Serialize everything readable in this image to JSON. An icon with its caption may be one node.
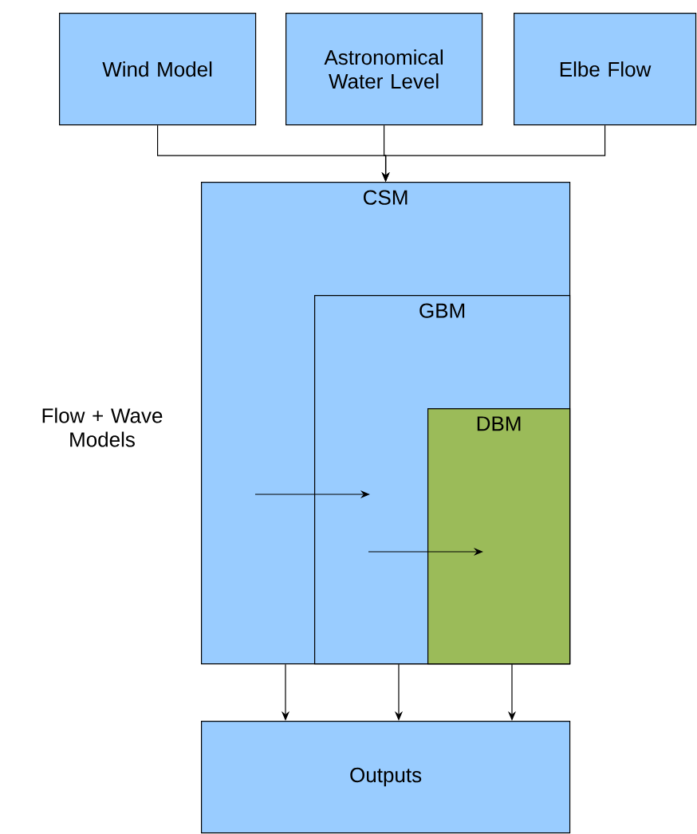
{
  "diagram": {
    "nodes": [
      {
        "text": [
          "Wind Model"
        ]
      },
      {
        "text": [
          "Astronomical Water Level"
        ]
      },
      {
        "text": [
          "Elbe Flow"
        ]
      },
      {
        "text": [
          "CSM"
        ]
      },
      {
        "text": [
          "GBM"
        ],
        "in": 3
      },
      {
        "text": [
          "DBM"
        ],
        "in": 4
      },
      {
        "text": [
          "Outputs"
        ]
      }
    ],
    "edges": [
      {
        "from": 0,
        "to": 3,
        "arrow": "to"
      },
      {
        "from": 1,
        "to": 3,
        "arrow": "to"
      },
      {
        "from": 2,
        "to": 3,
        "arrow": "to"
      },
      {
        "from": 3,
        "to": 4,
        "arrow": "to"
      },
      {
        "from": 4,
        "to": 5,
        "arrow": "to"
      },
      {
        "from": 3,
        "to": 6,
        "arrow": "to"
      },
      {
        "from": 4,
        "to": 6,
        "arrow": "to"
      },
      {
        "from": 5,
        "to": 6,
        "arrow": "to"
      }
    ],
    "labels": [
      "Flow + Wave Models"
    ]
  }
}
